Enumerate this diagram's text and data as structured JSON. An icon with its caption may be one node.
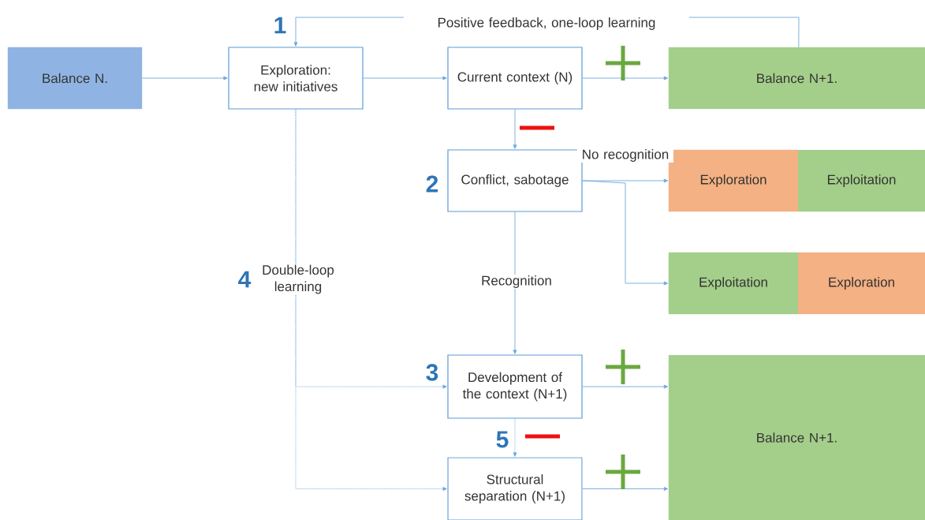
{
  "diagram": {
    "nodes": [
      {
        "text": [
          "Balance N."
        ]
      },
      {
        "text": [
          "Exploration: new initiatives"
        ]
      },
      {
        "text": [
          "Current context (N)"
        ]
      },
      {
        "text": [
          "Balance N+1."
        ]
      },
      {
        "text": [
          "Conflict, sabotage"
        ]
      },
      {
        "text": [
          "Exploration"
        ]
      },
      {
        "text": [
          "Exploitation"
        ]
      },
      {
        "text": [
          "Exploitation"
        ]
      },
      {
        "text": [
          "Exploration"
        ]
      },
      {
        "text": [
          "Development of the context (N+1)"
        ]
      },
      {
        "text": [
          "Balance N+1."
        ]
      },
      {
        "text": [
          "Structural separation (N+1)"
        ]
      }
    ],
    "edges": [
      {
        "from": 0,
        "to": 1,
        "arrow": "to"
      },
      {
        "from": 1,
        "to": 2,
        "arrow": "to"
      },
      {
        "from": 2,
        "to": 3,
        "arrow": "to"
      },
      {
        "from": 3,
        "to": 1,
        "arrow": "to",
        "label": "Positive feedback, one-loop learning"
      },
      {
        "from": 2,
        "to": 4,
        "arrow": "to"
      },
      {
        "from": 4,
        "to": 5,
        "arrow": "to",
        "label": "No recognition"
      },
      {
        "from": 4,
        "to": 7,
        "arrow": "to"
      },
      {
        "from": 4,
        "to": 9,
        "arrow": "to",
        "label": "Recognition"
      },
      {
        "from": 1,
        "to": 9,
        "arrow": "to",
        "style": "dashed",
        "label": "Double-loop learning"
      },
      {
        "from": 1,
        "to": 11,
        "arrow": "to",
        "style": "dashed"
      },
      {
        "from": 9,
        "to": 10,
        "arrow": "to"
      },
      {
        "from": 9,
        "to": 11,
        "arrow": "to",
        "style": "dashed"
      },
      {
        "from": 11,
        "to": 10,
        "arrow": "to"
      }
    ],
    "labels": [
      "1",
      "2",
      "3",
      "4",
      "5"
    ]
  }
}
